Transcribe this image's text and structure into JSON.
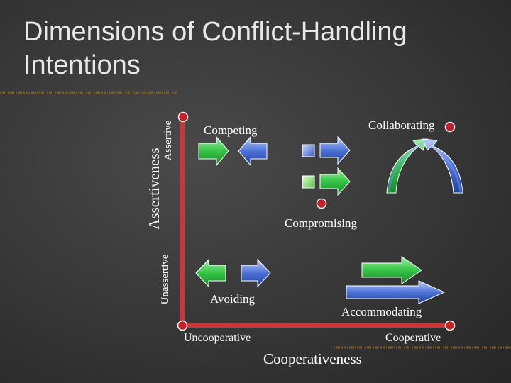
{
  "title": "Dimensions of Conflict-Handling\nIntentions",
  "axis": {
    "y_title": "Assertiveness",
    "y_high": "Assertive",
    "y_low": "Unassertive",
    "x_title": "Cooperativeness",
    "x_low": "Uncooperative",
    "x_high": "Cooperative"
  },
  "modes": {
    "competing": "Competing",
    "collaborating": "Collaborating",
    "compromising": "Compromising",
    "avoiding": "Avoiding",
    "accommodating": "Accommodating"
  },
  "colors": {
    "axis_line": "#c8373a",
    "marker": "#cc1f2a",
    "arrow_green": "#39c94a",
    "arrow_blue": "#4d72d8",
    "arrow_blue_light": "#8fb0ee",
    "background": "#3a3a3a"
  }
}
